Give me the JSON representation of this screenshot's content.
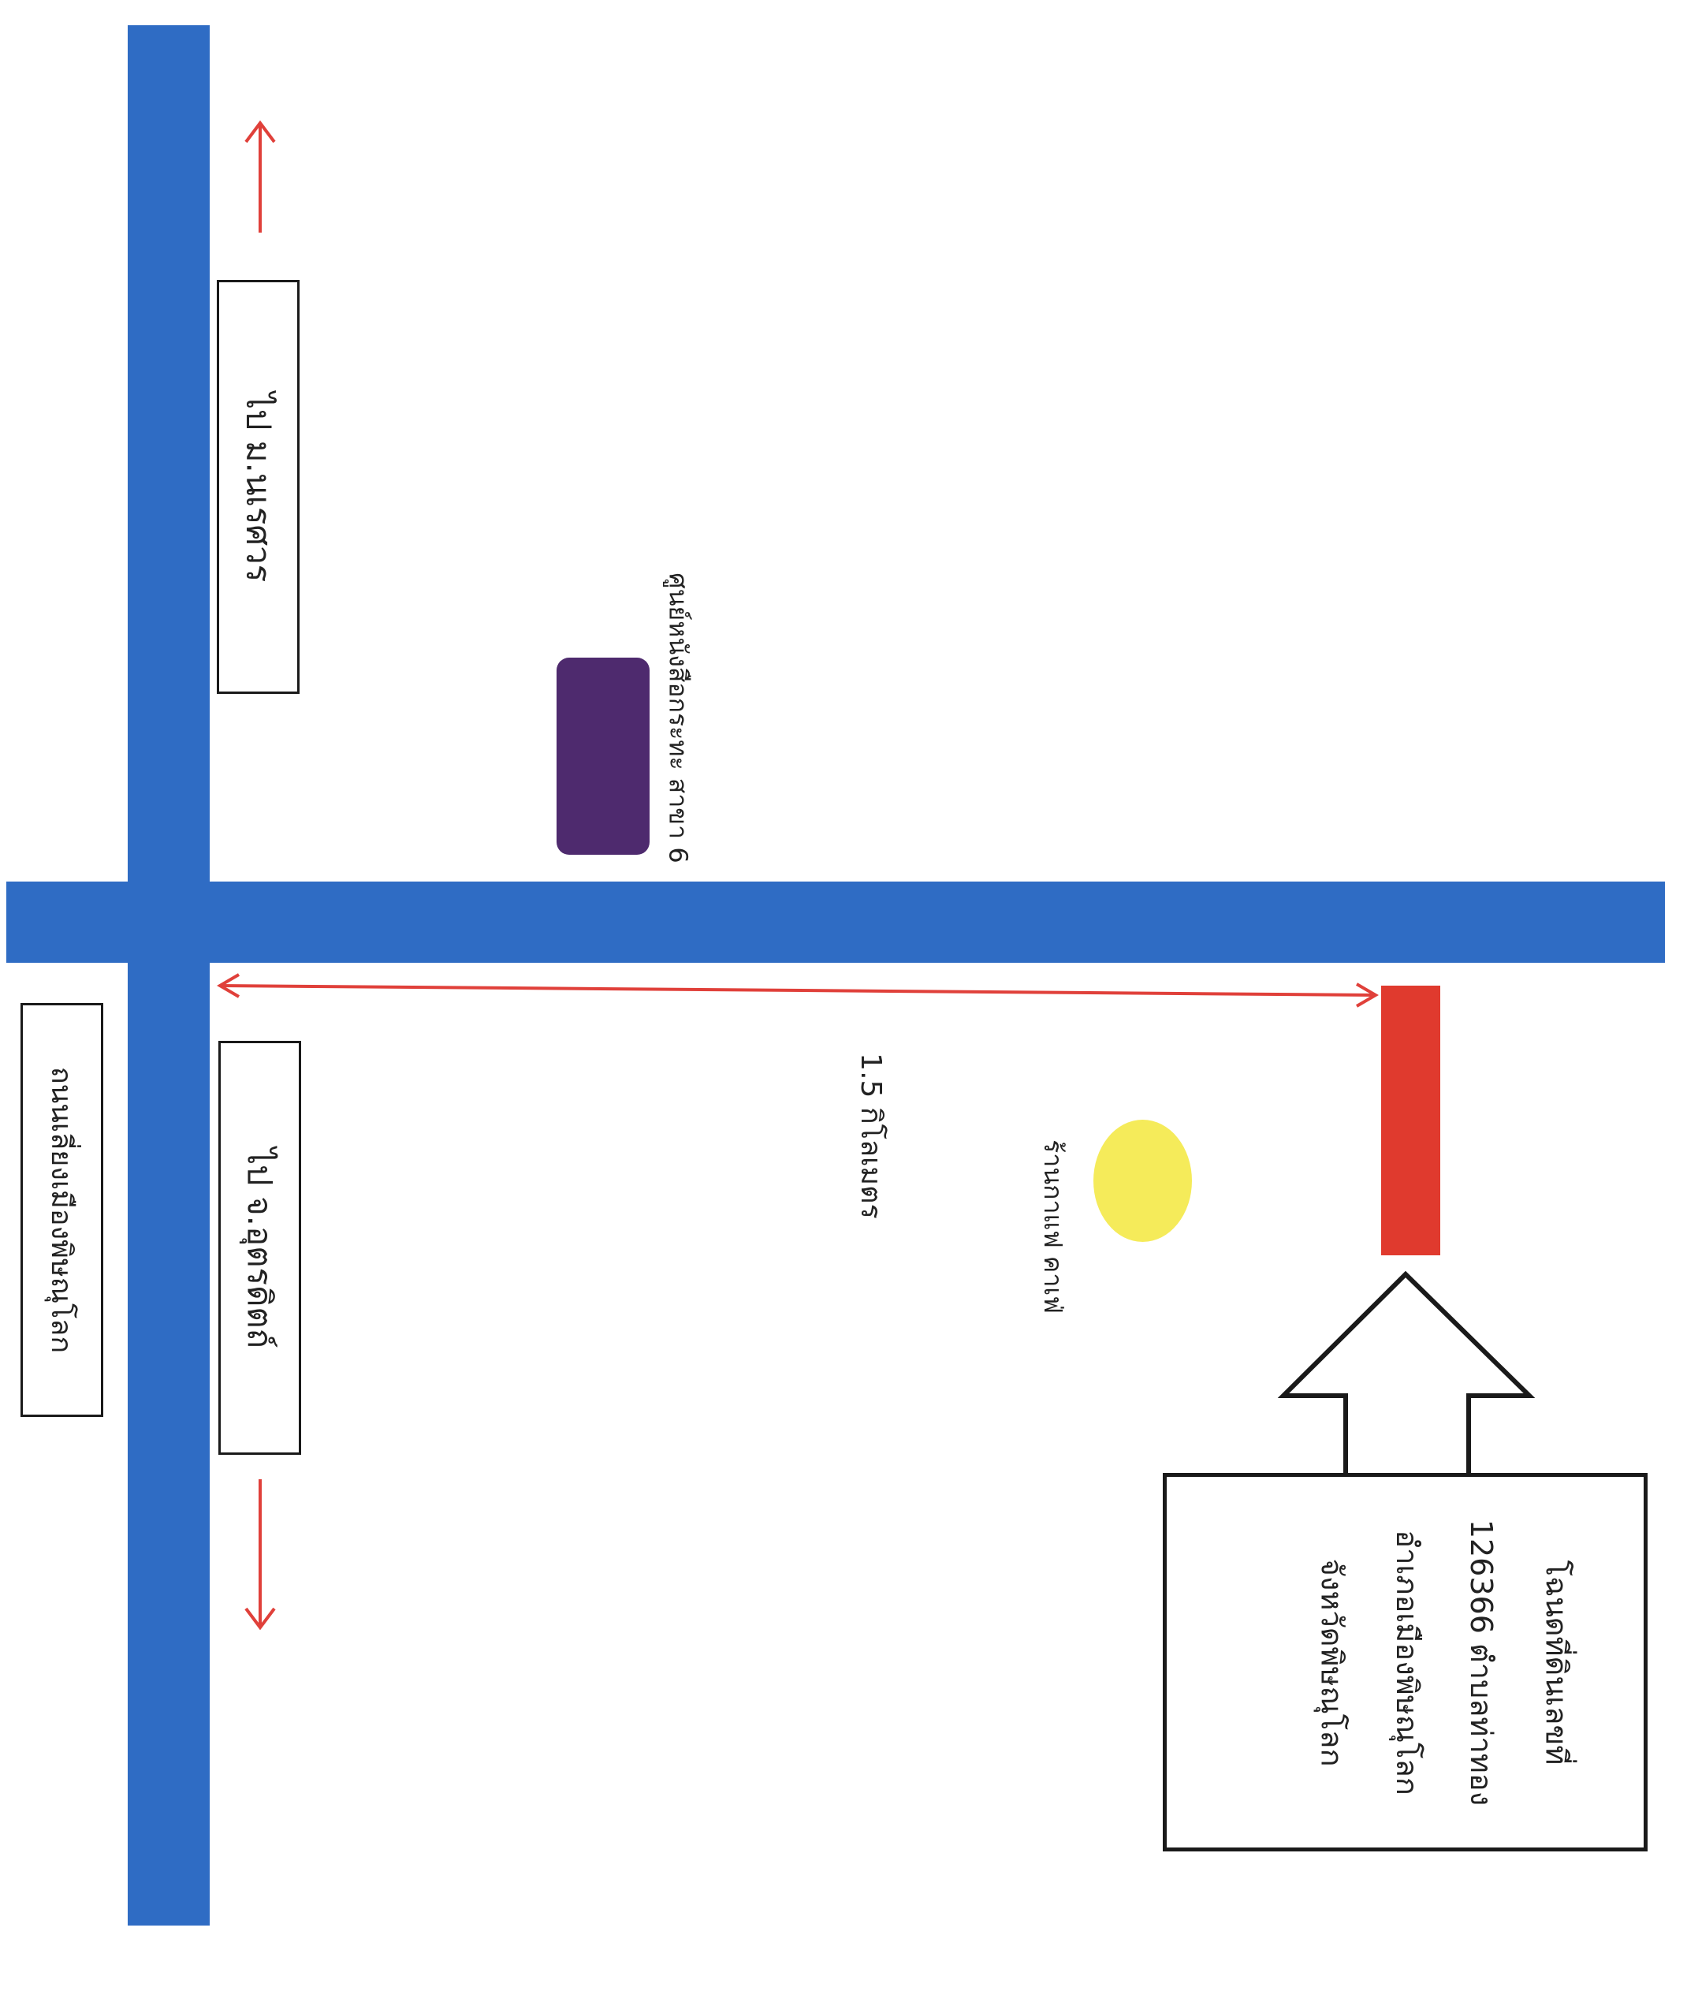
{
  "map": {
    "colors": {
      "road": "#2f6cc4",
      "arrow": "#e0403a",
      "landmark_shop": "#4e2a6e",
      "target_plot": "#e03a2e",
      "landmark_cafe": "#f5eb5a"
    },
    "labels": {
      "to_naresuan": "ไป ม.นเรศวร",
      "to_uttaradit": "ไป จ.อุตรดิตถ์",
      "bypass_road": "ถนนเลี่ยงเมืองพิษณุโลก",
      "shop": "ศูนย์หนังสือกระทะ สาขา 6",
      "distance": "1.5 กิโลเมตร",
      "cafe": "ร้านกาแฟ คาเฟ่",
      "plot_line1": "โฉนดที่ดินเลขที่",
      "plot_line2": "126366 ตำบลท่าทอง",
      "plot_line3": "อำเภอเมืองพิษณุโลก",
      "plot_line4": "จังหวัดพิษณุโลก"
    },
    "icons": {
      "arrow_up": "arrow-up-icon",
      "arrow_down": "arrow-down-icon",
      "distance_arrow": "double-arrow-icon",
      "pointer_arrow": "pointer-arrow-icon"
    }
  }
}
